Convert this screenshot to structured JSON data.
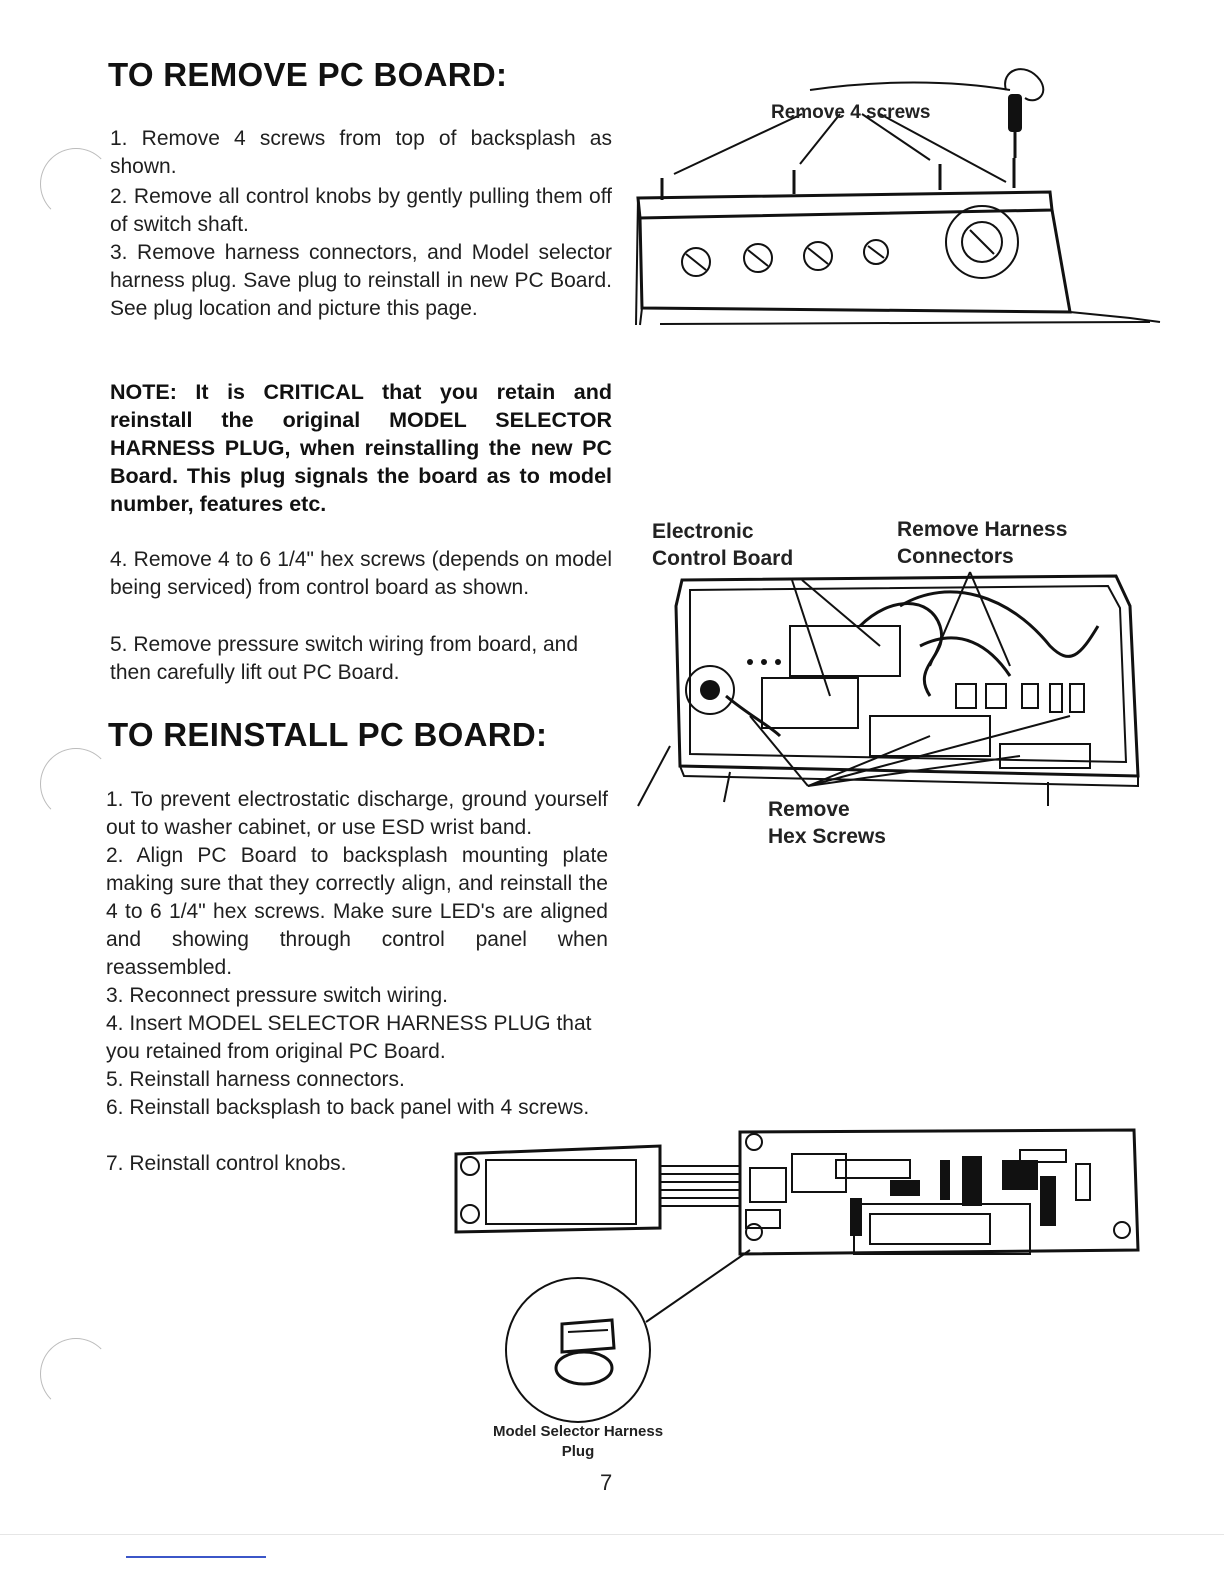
{
  "remove_section": {
    "heading": "TO REMOVE PC BOARD:",
    "step1": "1. Remove 4 screws from top of backsplash as shown.",
    "step2": "2. Remove all control knobs by gently pulling them off of switch shaft.",
    "step3": "3. Remove harness connectors, and Model selector harness plug. Save plug to reinstall in new PC Board.  See plug location and picture this page.",
    "note": "NOTE:  It is CRITICAL that you retain and reinstall the original MODEL SELECTOR HARNESS PLUG, when reinstalling the new PC Board.  This plug signals the board as to model number, features etc.",
    "step4": "4. Remove 4 to 6 1/4\" hex screws (depends on model being serviced) from control board as shown.",
    "step5": "5. Remove pressure switch wiring from board, and then carefully lift out PC Board."
  },
  "reinstall_section": {
    "heading": "TO REINSTALL PC BOARD:",
    "step1": "1. To prevent electrostatic discharge, ground yourself out to washer cabinet, or use ESD wrist band.",
    "step2": "2. Align PC Board to backsplash mounting plate making sure that they correctly align, and reinstall the 4 to 6 1/4\" hex screws. Make sure LED's are aligned and showing through control panel when reassembled.",
    "step3": "3. Reconnect pressure  switch wiring.",
    "step4": "4. Insert MODEL SELECTOR HARNESS PLUG that you retained from original PC Board.",
    "step5": "5.  Reinstall harness connectors.",
    "step6": "6. Reinstall backsplash to back panel with 4 screws.",
    "step7": "7.  Reinstall control knobs."
  },
  "figures": {
    "backsplash": {
      "label": "Remove 4 screws"
    },
    "control_board": {
      "label_left_1": "Electronic",
      "label_left_2": "Control Board",
      "label_right_1": "Remove Harness",
      "label_right_2": "Connectors",
      "label_bottom_1": "Remove",
      "label_bottom_2": "Hex Screws"
    },
    "harness_plug": {
      "caption_line1": "Model Selector Harness",
      "caption_line2": "Plug"
    }
  },
  "page_number": "7"
}
